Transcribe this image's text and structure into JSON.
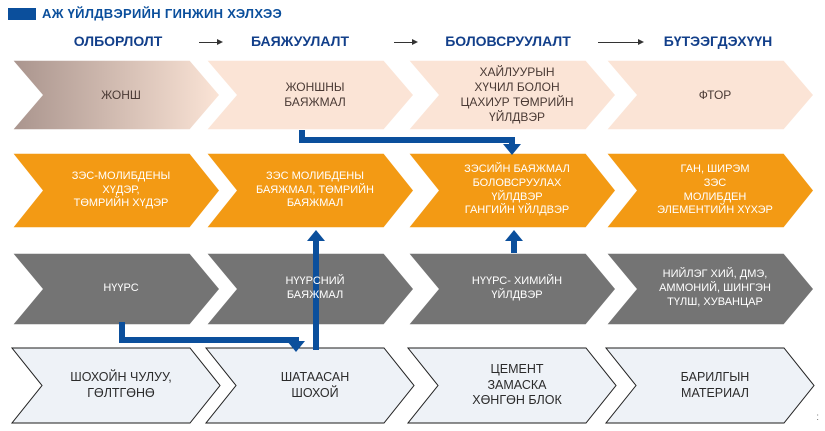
{
  "title": "АЖ ҮЙЛДВЭРИЙН ГИНЖИН ХЭЛХЭЭ",
  "stages": [
    "ОЛБОРЛОЛТ",
    "БАЯЖУУЛАЛТ",
    "БОЛОВСРУУЛАЛТ",
    "БҮТЭЭГДЭХҮҮН"
  ],
  "rows": [
    {
      "color": "#fbe4d6",
      "first_color": "#a9948d",
      "text_color": "#4a3a35",
      "cells": [
        "ЖОНШ",
        "ЖОНШНЫ\nБАЯЖМАЛ",
        "ХАЙЛУУРЫН\nХҮЧИЛ БОЛОН\nЦАХИУР ТӨМРИЙН\nҮЙЛДВЭР",
        "ФТОР"
      ]
    },
    {
      "color": "#f39a14",
      "text_color": "#ffffff",
      "cells": [
        "ЗЭС-МОЛИБДЕНЫ\nХҮДЭР,\nТӨМРИЙН ХҮДЭР",
        "ЗЭС МОЛИБДЕНЫ\nБАЯЖМАЛ, ТӨМРИЙН\nБАЯЖМАЛ",
        "ЗЭСИЙН БАЯЖМАЛ\nБОЛОВСРУУЛАХ\nҮЙЛДВЭР\nГАНГИЙН ҮЙЛДВЭР",
        "ГАН, ШИРЭМ\nЗЭС\nМОЛИБДЕН\nЭЛЕМЕНТИЙН ХҮХЭР"
      ]
    },
    {
      "color": "#747474",
      "text_color": "#ffffff",
      "cells": [
        "НҮҮРС",
        "НҮҮРСНИЙ\nБАЯЖМАЛ",
        "НҮҮРС- ХИМИЙН\nҮЙЛДВЭР",
        "НИЙЛЭГ ХИЙ, ДМЭ,\nАММОНИЙ, ШИНГЭН\nТҮЛШ, ХУВАНЦАР"
      ]
    },
    {
      "color": "#eef2f7",
      "text_color": "#2b2b2b",
      "cells": [
        "ШОХОЙН ЧУЛУУ,\nГӨЛТГӨНӨ",
        "ШАТААСАН\nШОХОЙ",
        "ЦЕМЕНТ\nЗАМАСКА\nХӨНГӨН БЛОК",
        "БАРИЛГЫН\nМАТЕРИАЛ"
      ]
    }
  ],
  "colors": {
    "title": "#0b4f9c",
    "stage": "#123f8a",
    "arrow": "#0b4f9c"
  },
  "footer_mark": ":"
}
